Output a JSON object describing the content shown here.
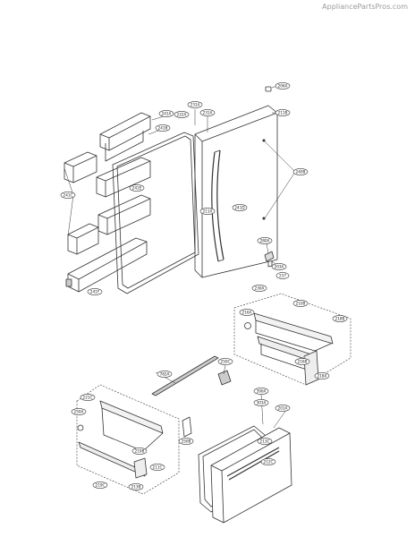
{
  "watermark": "AppliancePartsPros.com",
  "parts": [
    {
      "id": "label-206a",
      "text": "206A"
    },
    {
      "id": "label-231a-top",
      "text": "231A"
    },
    {
      "id": "label-222a",
      "text": "222A"
    },
    {
      "id": "label-231a",
      "text": "231A"
    },
    {
      "id": "label-241a",
      "text": "241A"
    },
    {
      "id": "label-211b",
      "text": "211B"
    },
    {
      "id": "label-241b",
      "text": "241B"
    },
    {
      "id": "label-241e",
      "text": "241E"
    },
    {
      "id": "label-241c",
      "text": "241C"
    },
    {
      "id": "label-240b",
      "text": "240B"
    },
    {
      "id": "label-211a",
      "text": "211A"
    },
    {
      "id": "label-241d",
      "text": "241D"
    },
    {
      "id": "label-241f",
      "text": "241F"
    },
    {
      "id": "label-280a",
      "text": "280A"
    },
    {
      "id": "label-203a",
      "text": "203A"
    },
    {
      "id": "label-237",
      "text": "237"
    },
    {
      "id": "label-230a",
      "text": "230A"
    },
    {
      "id": "label-216a",
      "text": "216A"
    },
    {
      "id": "label-210b",
      "text": "210B"
    },
    {
      "id": "label-216b",
      "text": "216B"
    },
    {
      "id": "label-218a",
      "text": "218A"
    },
    {
      "id": "label-218b",
      "text": "218B"
    },
    {
      "id": "label-782a",
      "text": "782A"
    },
    {
      "id": "label-250c",
      "text": "250C"
    },
    {
      "id": "label-390a",
      "text": "390A"
    },
    {
      "id": "label-303a",
      "text": "303A"
    },
    {
      "id": "label-201a",
      "text": "201A"
    },
    {
      "id": "label-221c",
      "text": "221C"
    },
    {
      "id": "label-250a",
      "text": "250A"
    },
    {
      "id": "label-250b",
      "text": "250B"
    },
    {
      "id": "label-213c",
      "text": "213C"
    },
    {
      "id": "label-212c",
      "text": "212C"
    },
    {
      "id": "label-211c",
      "text": "211C"
    },
    {
      "id": "label-213b",
      "text": "213B"
    },
    {
      "id": "label-219c",
      "text": "219C"
    },
    {
      "id": "label-219b",
      "text": "219B"
    }
  ]
}
